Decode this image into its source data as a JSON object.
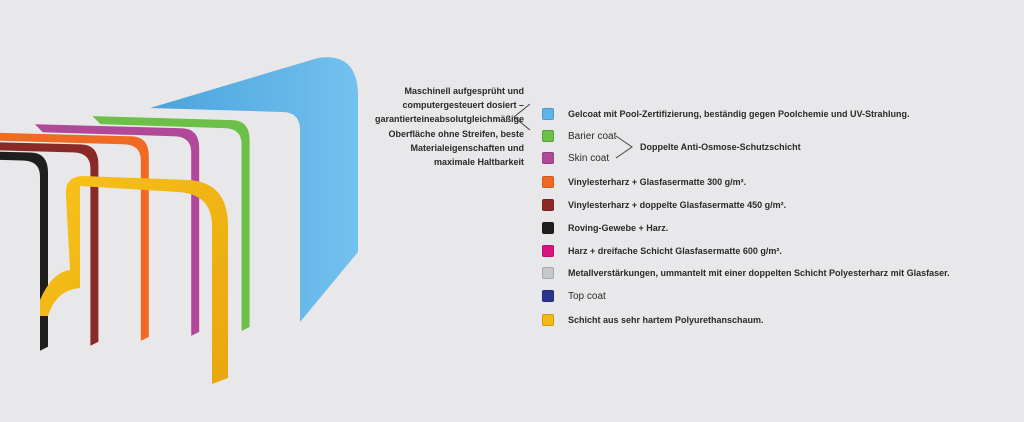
{
  "intro_text": [
    "Maschinell aufgesprüht und",
    "computergesteuert dosiert –",
    "garantierteineabsolutgleichmäßige",
    "Oberfläche ohne Streifen, beste",
    "Materialeigenschaften und",
    "maximale Haltbarkeit"
  ],
  "group_label": "Doppelte Anti-Osmose-Schutzschicht",
  "layers": [
    {
      "color": "#5eb4e6",
      "label": "Gelcoat mit Pool-Zertifizierung, beständig gegen Poolchemie und UV-Strahlung."
    },
    {
      "color": "#6cbf47",
      "label": "Barier coat"
    },
    {
      "color": "#b04a98",
      "label": "Skin coat"
    },
    {
      "color": "#ef6a22",
      "label": "Vinylesterharz + Glasfasermatte 300 g/m²."
    },
    {
      "color": "#8a2a26",
      "label": "Vinylesterharz + doppelte Glasfasermatte 450 g/m²."
    },
    {
      "color": "#1e1e1e",
      "label": "Roving-Gewebe + Harz."
    },
    {
      "color": "#d6157f",
      "label": "Harz + dreifache Schicht Glasfasermatte 600 g/m²."
    },
    {
      "color": "#c4c8cc",
      "label": "Metallverstärkungen, ummantelt mit einer doppelten Schicht Polyesterharz mit Glasfaser."
    },
    {
      "color": "#2b3590",
      "label": "Top coat"
    },
    {
      "color": "#f6b916",
      "label": "Schicht aus sehr hartem Polyurethanschaum."
    }
  ]
}
